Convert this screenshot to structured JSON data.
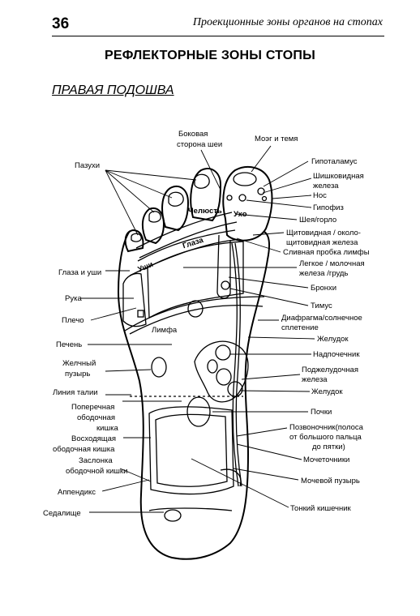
{
  "page_number": "36",
  "running_head": "Проекционные зоны органов на стопах",
  "title": "РЕФЛЕКТОРНЫЕ ЗОНЫ СТОПЫ",
  "subtitle": "ПРАВАЯ ПОДОШВА",
  "labels_left": {
    "sinuses": "Пазухи",
    "eyes_ears": "Глаза и уши",
    "arm": "Рука",
    "shoulder": "Плечо",
    "liver": "Печень",
    "gallbladder_1": "Желчный",
    "gallbladder_2": "пузырь",
    "waistline": "Линия талии",
    "transverse_colon_1": "Поперечная",
    "transverse_colon_2": "ободочная",
    "transverse_colon_3": "кишка",
    "ascending_colon_1": "Восходящая",
    "ascending_colon_2": "ободочная кишка",
    "valve_1": "Заслонка",
    "valve_2": "ободочной кишки",
    "appendix": "Аппендикс",
    "buttock": "Седалище"
  },
  "labels_right": {
    "neck_side_1": "Боковая",
    "neck_side_2": "сторона шеи",
    "brain": "Моэг и темя",
    "hypothalamus": "Гипоталамус",
    "pineal_1": "Шишковидная",
    "pineal_2": "железа",
    "nose": "Нос",
    "pituitary": "Гипофиз",
    "neck_throat": "Шея/горло",
    "thyroid_1": "Щитовидная / около-",
    "thyroid_2": "щитовидная железа",
    "lymph_drain": "Сливная пробка лимфы",
    "lung_1": "Легкое / молочная",
    "lung_2": "железа /грудь",
    "bronchi": "Бронхи",
    "thymus": "Тимус",
    "diaphragm_1": "Диафрагма/солнечное",
    "diaphragm_2": "сплетение",
    "stomach_1": "Желудок",
    "adrenal": "Надпочечник",
    "pancreas_1": "Поджелудочная",
    "pancreas_2": "железа",
    "stomach_2": "Желудок",
    "kidneys": "Почки",
    "spine_1": "Позвоночник(полоса",
    "spine_2": "от большого пальца",
    "spine_3": "до пятки)",
    "ureter": "Мочеточники",
    "bladder": "Мочевой пузырь",
    "small_intestine": "Тонкий кишечник"
  },
  "inner_labels": {
    "jaw": "Челюсть",
    "ear": "Ухо",
    "eyes": "Глаза",
    "ears": "Уши",
    "lymph": "Лимфа"
  }
}
